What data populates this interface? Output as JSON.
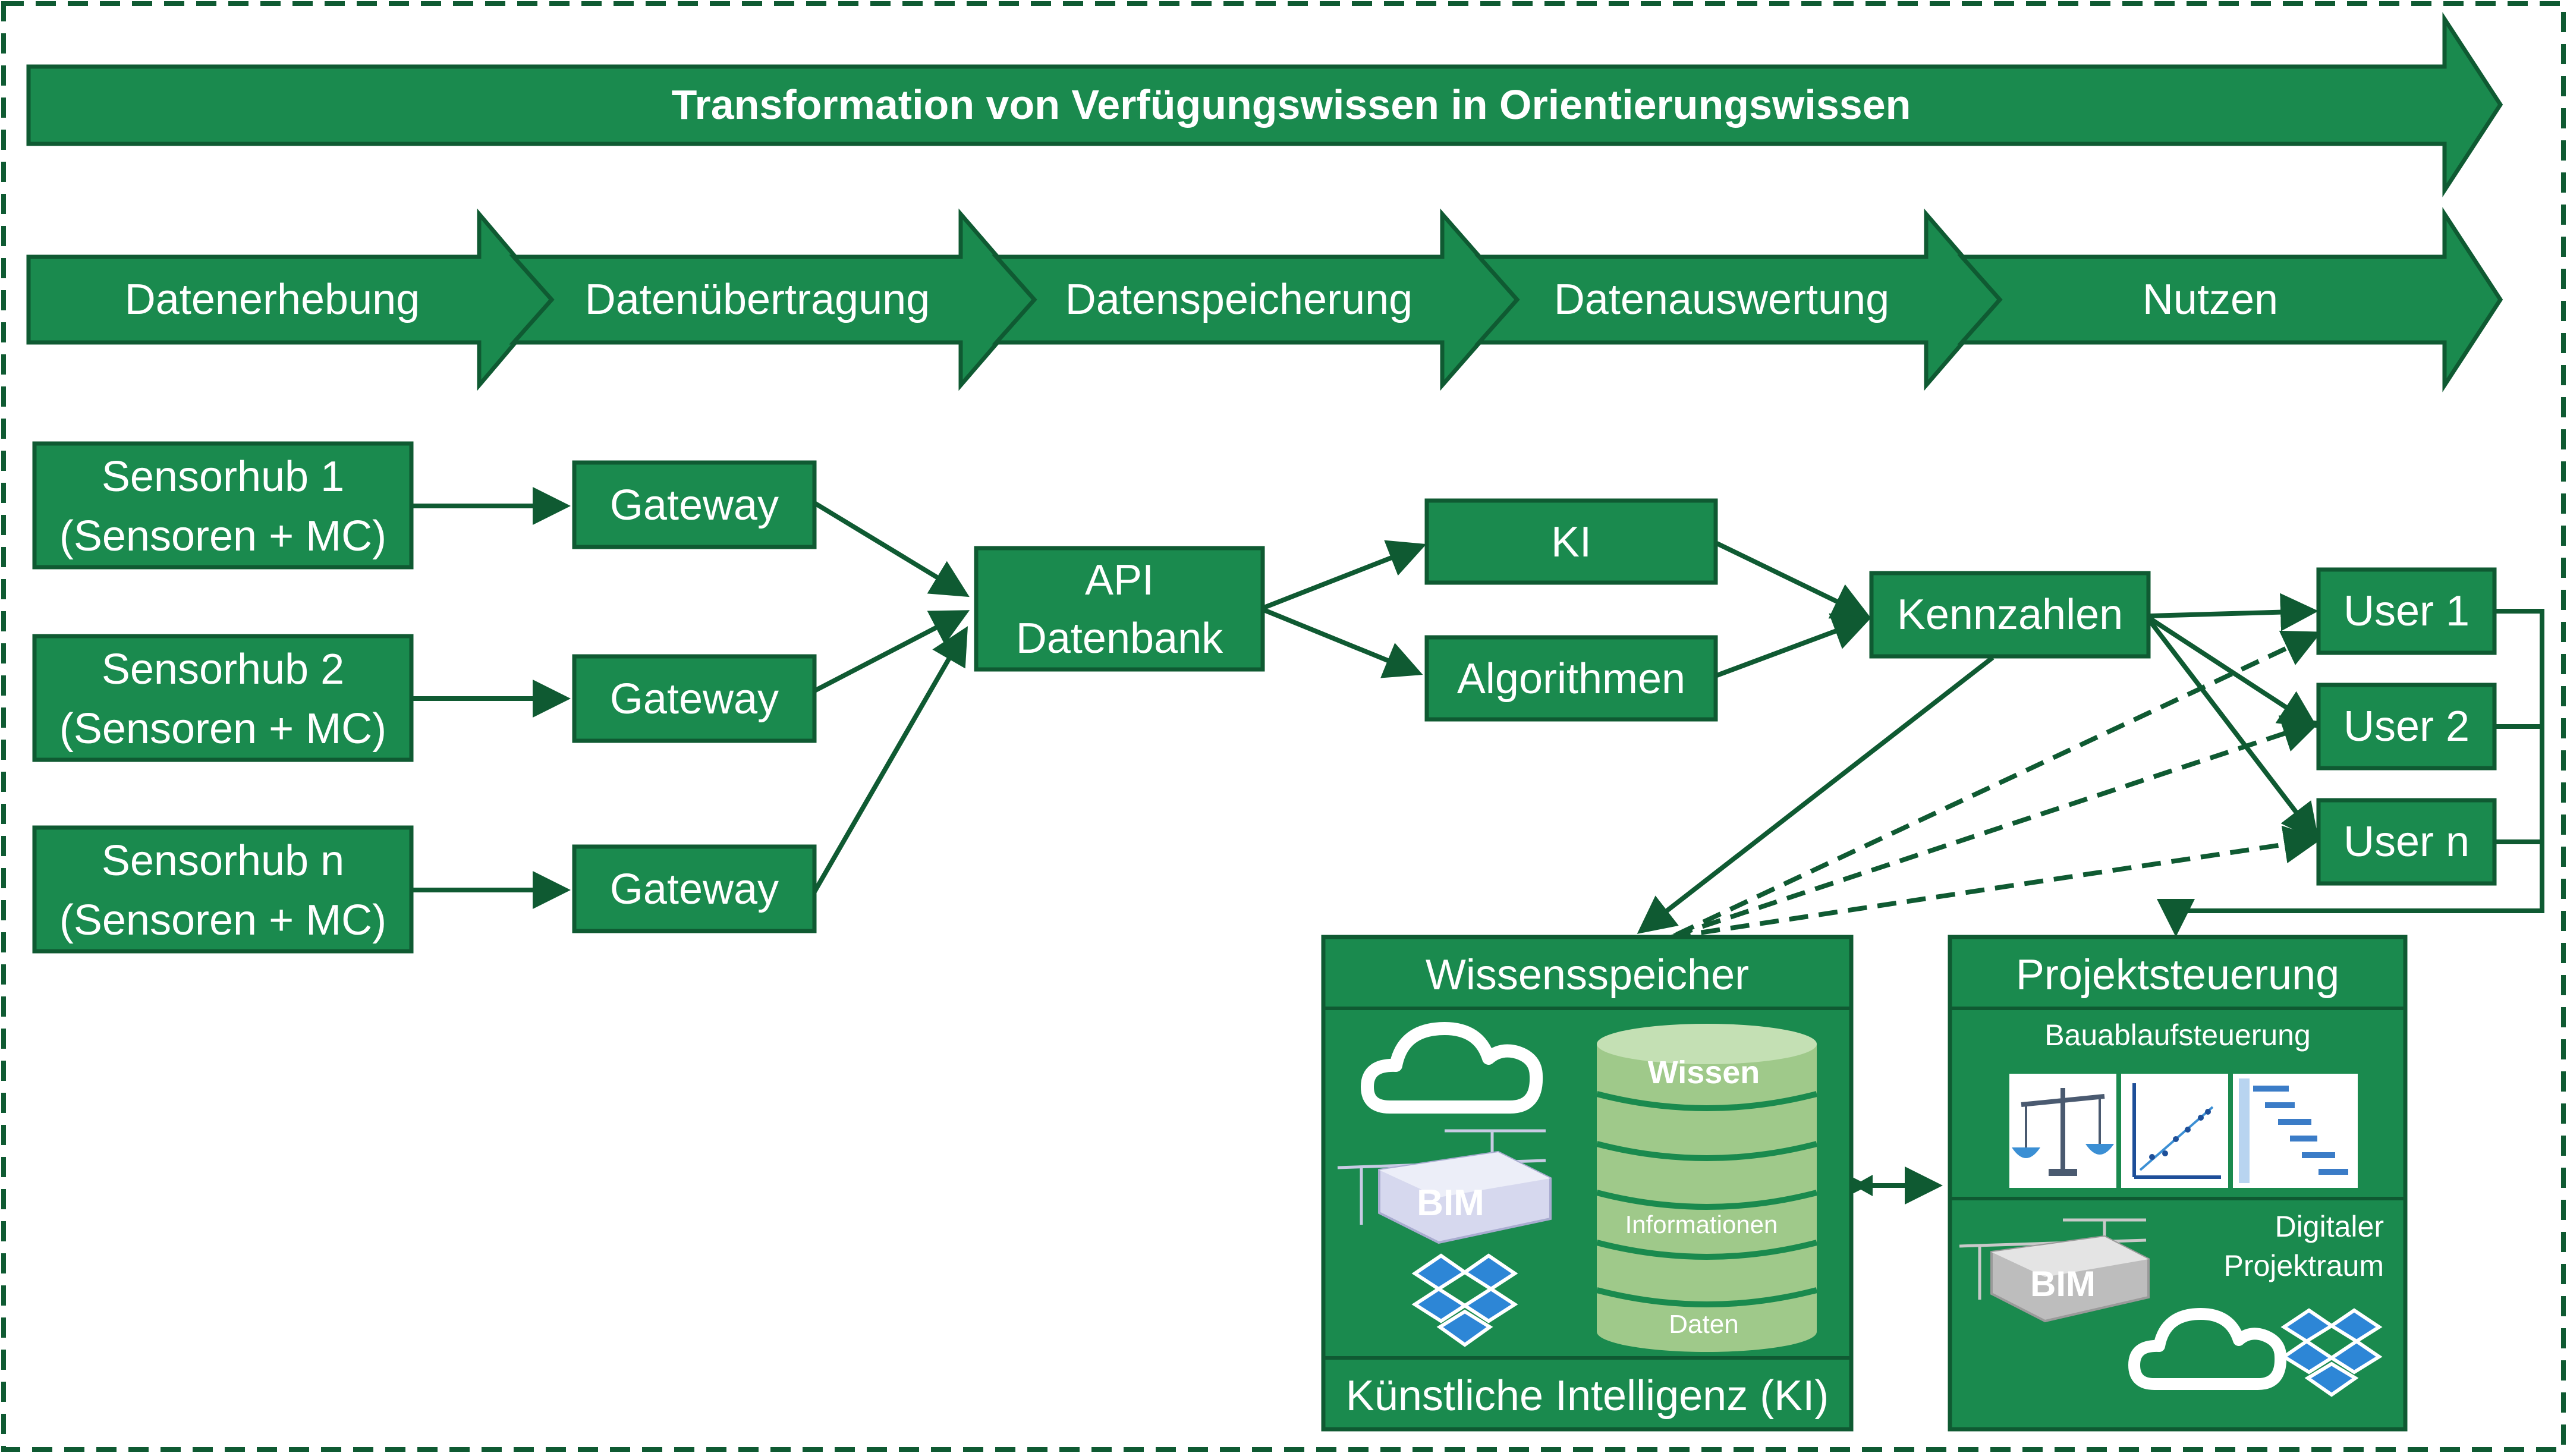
{
  "banner": {
    "title": "Transformation von Verfügungswissen in Orientierungswissen"
  },
  "phases": [
    "Datenerhebung",
    "Datenübertragung",
    "Datenspeicherung",
    "Datenauswertung",
    "Nutzen"
  ],
  "sensorhubs": [
    {
      "line1": "Sensorhub 1",
      "line2": "(Sensoren + MC)"
    },
    {
      "line1": "Sensorhub 2",
      "line2": "(Sensoren + MC)"
    },
    {
      "line1": "Sensorhub n",
      "line2": "(Sensoren + MC)"
    }
  ],
  "gateways": [
    "Gateway",
    "Gateway",
    "Gateway"
  ],
  "api": {
    "line1": "API",
    "line2": "Datenbank"
  },
  "analysis": {
    "ki": "KI",
    "algorithmen": "Algorithmen"
  },
  "kennzahlen": "Kennzahlen",
  "users": [
    "User 1",
    "User 2",
    "User n"
  ],
  "wissensspeicher": {
    "title": "Wissensspeicher",
    "footer": "Künstliche Intelligenz (KI)",
    "bim": "BIM",
    "db_layers": {
      "top": "Wissen",
      "middle": "Informationen",
      "bottom": "Daten"
    }
  },
  "projektsteuerung": {
    "title": "Projektsteuerung",
    "subtitle": "Bauablaufsteuerung",
    "room_line1": "Digitaler",
    "room_line2": "Projektraum",
    "bim": "BIM"
  },
  "colors": {
    "box": "#1a8a4e",
    "stroke": "#0f5a32",
    "text": "#ffffff"
  }
}
